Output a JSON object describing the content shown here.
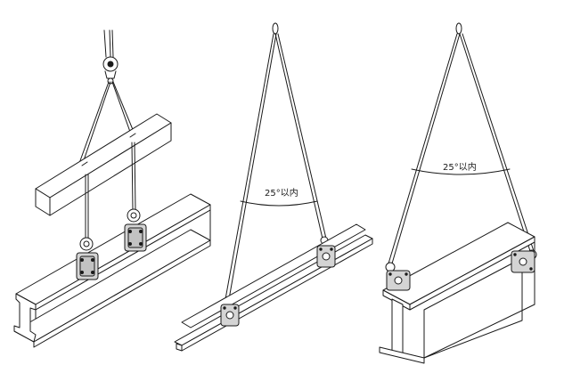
{
  "panels": [
    {
      "id": "spreader-beam",
      "angle_label": ""
    },
    {
      "id": "two-leg-sling-flat",
      "angle_label": "25°以内"
    },
    {
      "id": "two-leg-sling-wide",
      "angle_label": "25°以内"
    }
  ],
  "colors": {
    "line": "#1a1a1a",
    "fill": "#ffffff",
    "clamp_fill": "#d4d4d4",
    "shade": "#bdbdbd"
  }
}
